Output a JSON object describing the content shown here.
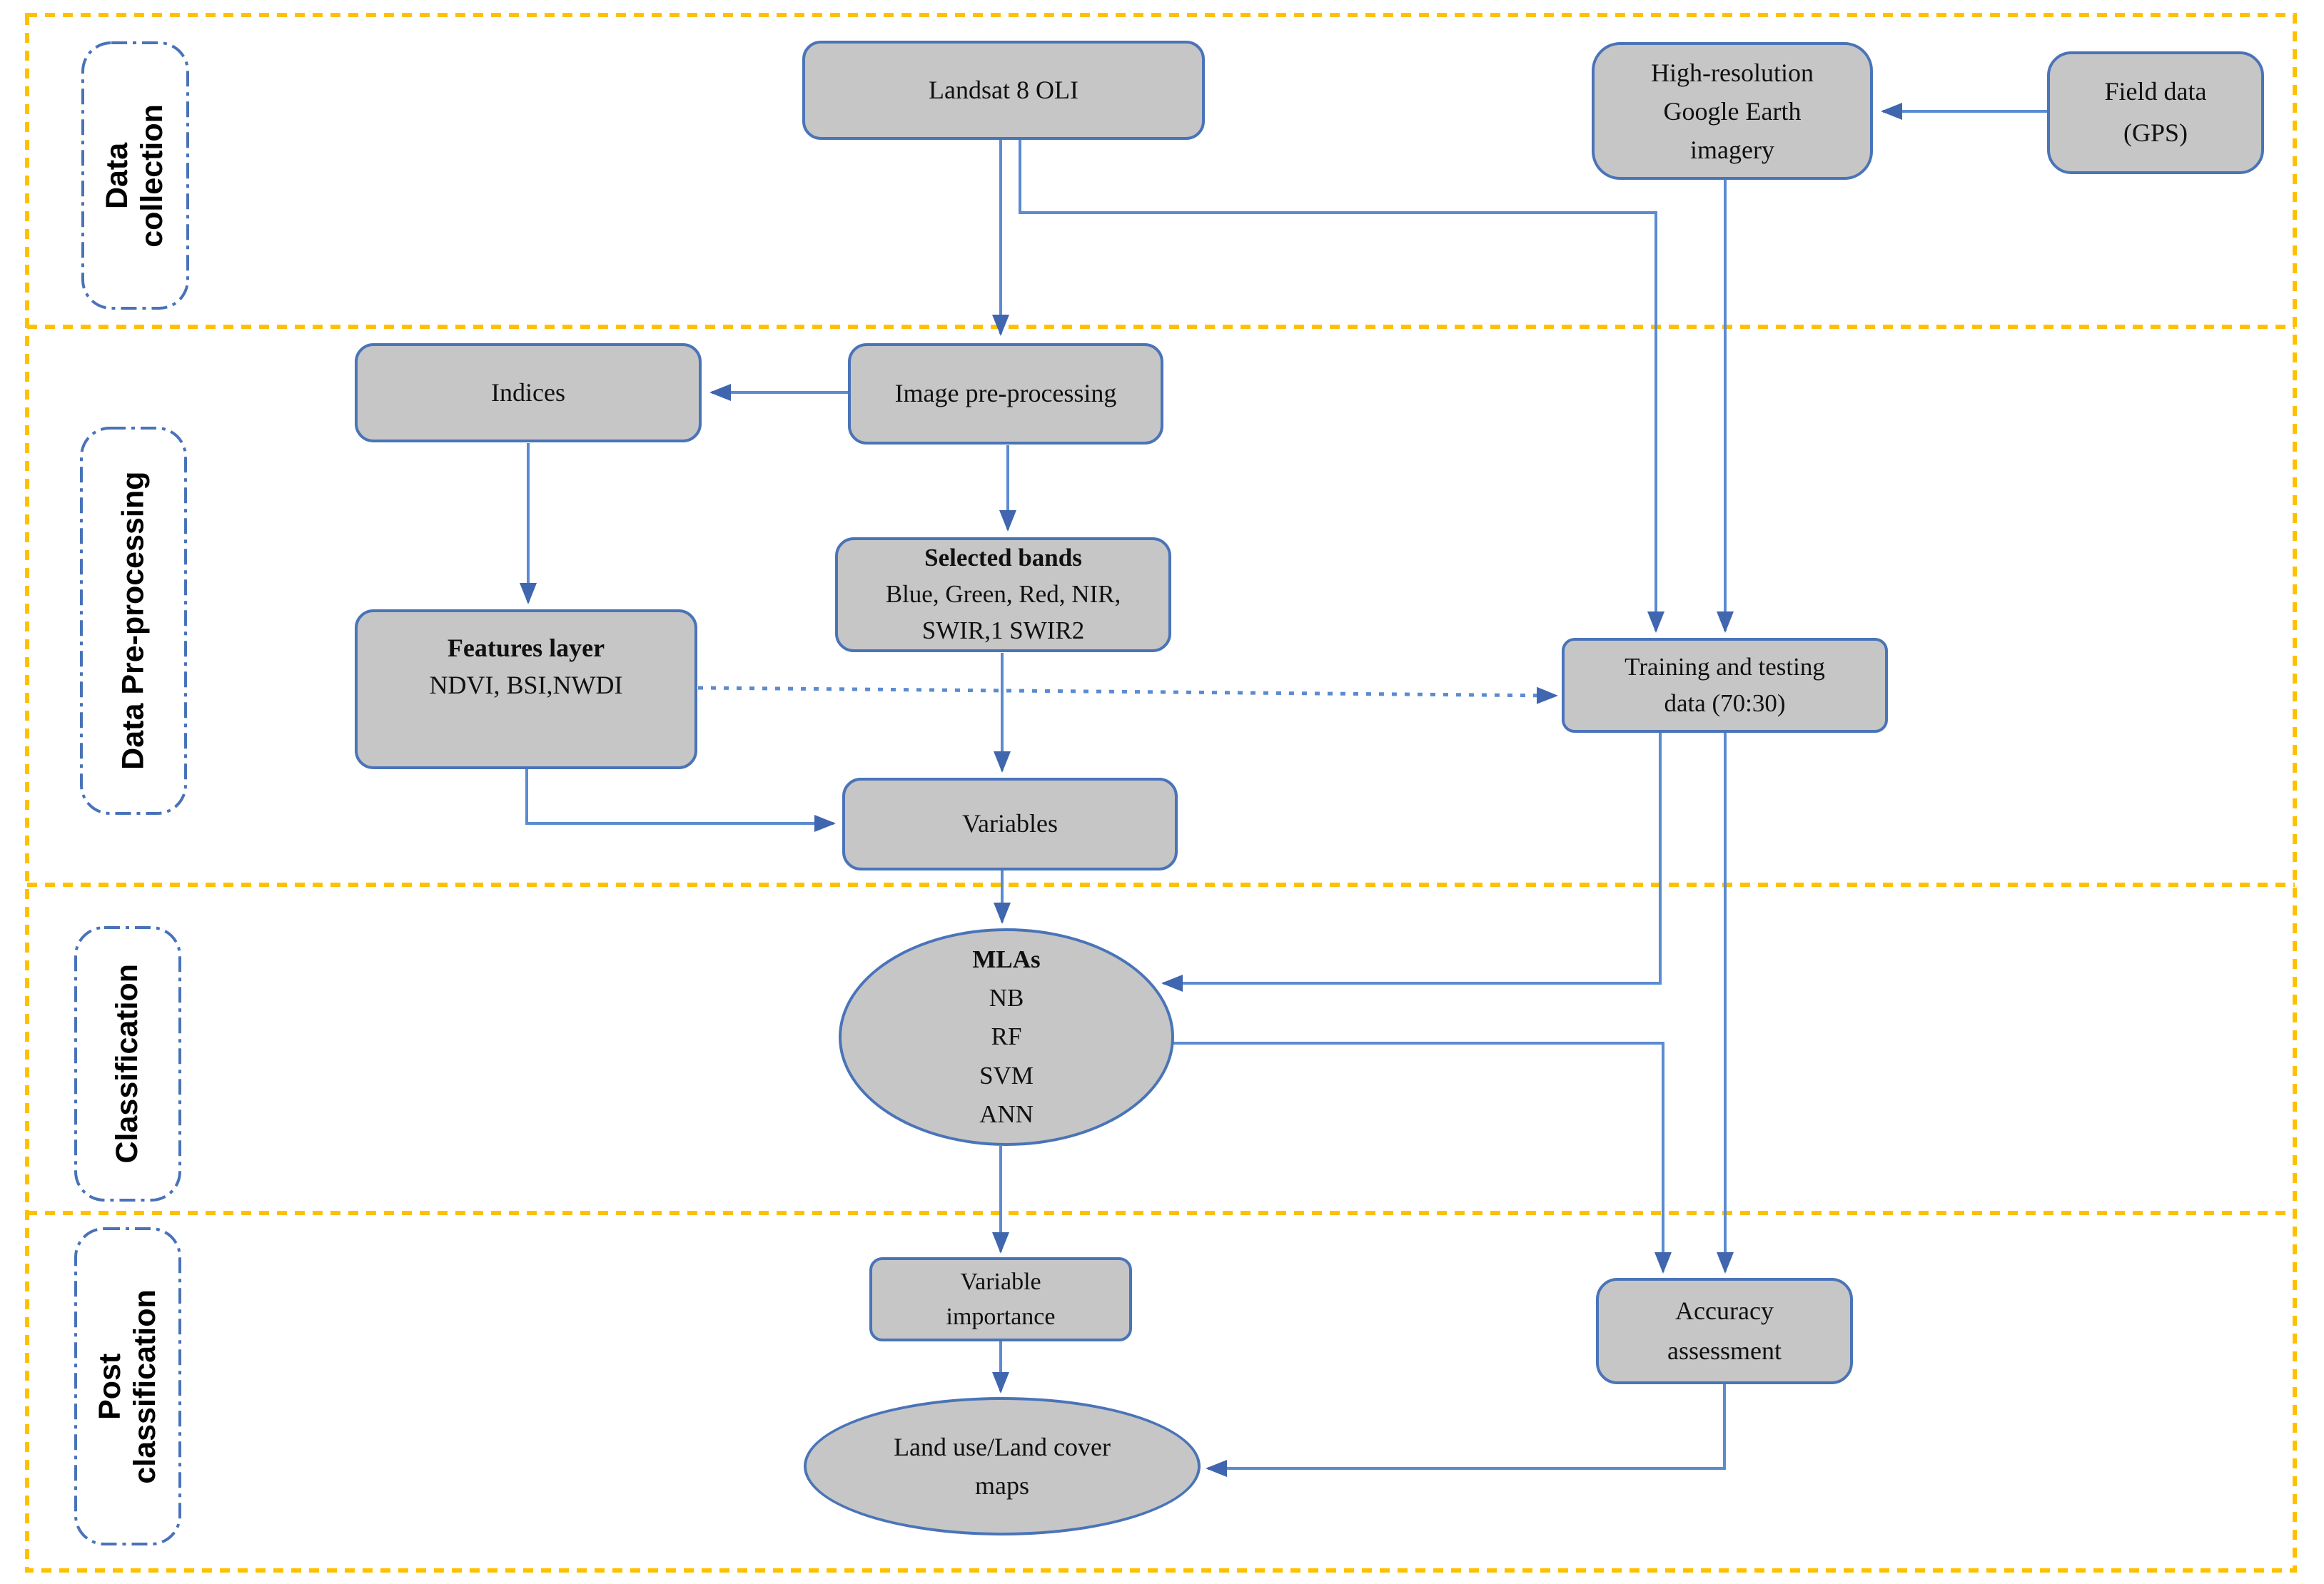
{
  "title": "Land use / land cover classification methodology flowchart",
  "colors": {
    "node_fill": "#c6c6c6",
    "node_border": "#4a74b8",
    "connector": "#5b8bd0",
    "arrowhead": "#3f66ae",
    "frame": "#ffc000",
    "label_border": "#4973b9",
    "ink": "#111111"
  },
  "sections": [
    {
      "id": "data-collection",
      "lines": [
        "Data",
        "collection"
      ]
    },
    {
      "id": "data-preprocessing",
      "lines": [
        "Data Pre-processing"
      ]
    },
    {
      "id": "classification",
      "lines": [
        "Classification"
      ]
    },
    {
      "id": "post-classification",
      "lines": [
        "Post",
        "classification"
      ]
    }
  ],
  "nodes": {
    "landsat": {
      "title": "Landsat 8 OLI"
    },
    "google": {
      "lines": [
        "High-resolution",
        "Google Earth",
        "imagery"
      ]
    },
    "field": {
      "lines": [
        "Field data",
        "(GPS)"
      ]
    },
    "indices": {
      "title": "Indices"
    },
    "imagepre": {
      "title": "Image pre-processing"
    },
    "selbands": {
      "heading": "Selected bands",
      "lines": [
        "Blue, Green, Red, NIR,",
        "SWIR,1 SWIR2"
      ]
    },
    "features": {
      "heading": "Features layer",
      "lines": [
        "NDVI, BSI,NWDI"
      ]
    },
    "training": {
      "lines": [
        "Training and testing",
        "data (70:30)"
      ]
    },
    "variables": {
      "title": "Variables"
    },
    "mlas": {
      "heading": "MLAs",
      "lines": [
        "NB",
        "RF",
        "SVM",
        "ANN"
      ]
    },
    "varimp": {
      "lines": [
        "Variable",
        "importance"
      ]
    },
    "accuracy": {
      "lines": [
        "Accuracy",
        "assessment"
      ]
    },
    "landuse": {
      "lines": [
        "Land use/Land cover",
        "maps"
      ]
    }
  },
  "connections": [
    "Landsat 8 OLI -> Image pre-processing",
    "Landsat 8 OLI -> Training and testing data (70:30)",
    "Field data (GPS) -> High-resolution Google Earth imagery",
    "High-resolution Google Earth imagery -> Training and testing data (70:30)",
    "Image pre-processing -> Indices",
    "Image pre-processing -> Selected bands",
    "Indices -> Features layer",
    "Features layer -> Training and testing data (70:30) [dotted]",
    "Features layer -> Variables",
    "Selected bands -> Variables",
    "Variables -> MLAs",
    "Training and testing data (70:30) -> MLAs",
    "MLAs -> Accuracy assessment",
    "Training and testing data (70:30) -> Accuracy assessment",
    "MLAs -> Variable importance",
    "Variable importance -> Land use/Land cover maps",
    "Accuracy assessment -> Land use/Land cover maps"
  ]
}
